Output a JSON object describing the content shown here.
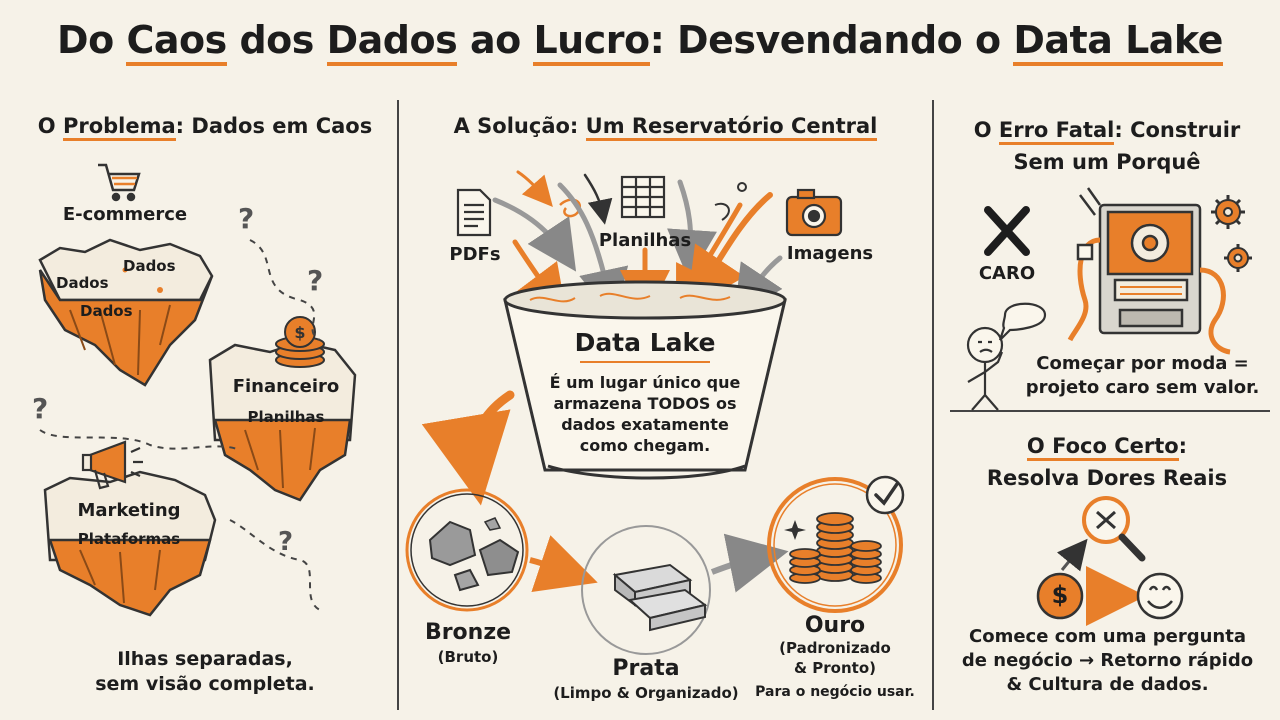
{
  "title": {
    "w1": "Do",
    "w2": "Caos",
    "w3": "dos",
    "w4": "Dados",
    "w5": "ao",
    "w6": "Lucro",
    "w7": ":",
    "w8": "Desvendando",
    "w9": "o",
    "w10": "Data Lake"
  },
  "problem": {
    "heading_pre": "O ",
    "heading_hl": "Problema",
    "heading_post": ": Dados em Caos",
    "ecommerce": "E-commerce",
    "dados_1": "Dados",
    "dados_2": "Dados",
    "dados_3": "Dados",
    "financeiro": "Financeiro",
    "planilhas": "Planilhas",
    "marketing": "Marketing",
    "plataformas": "Plataformas",
    "caption_1": "Ilhas separadas,",
    "caption_2": "sem visão completa."
  },
  "solution": {
    "heading_pre": "A Solução: ",
    "heading_hl": "Um Reservatório Central",
    "pdfs": "PDFs",
    "planilhas": "Planilhas",
    "imagens": "Imagens",
    "lake_title": "Data Lake",
    "lake_desc_1": "É um lugar único que",
    "lake_desc_2": "armazena TODOS os",
    "lake_desc_3": "dados exatamente",
    "lake_desc_4": "como chegam.",
    "bronze": "Bronze",
    "bronze_sub": "(Bruto)",
    "prata": "Prata",
    "prata_sub": "(Limpo & Organizado)",
    "ouro": "Ouro",
    "ouro_sub_1": "(Padronizado",
    "ouro_sub_2": "& Pronto)",
    "ouro_sub_3": "Para o negócio usar."
  },
  "error": {
    "heading_pre": "O ",
    "heading_hl": "Erro Fatal",
    "heading_post": ": Construir",
    "heading_line2": "Sem um Porquê",
    "caro": "CARO",
    "caption_1": "Começar por moda =",
    "caption_2": "projeto caro sem valor."
  },
  "focus": {
    "heading_hl": "O Foco Certo",
    "heading_post": ":",
    "heading_line2": "Resolva Dores Reais",
    "dollar": "$",
    "caption_1": "Comece com uma pergunta",
    "caption_2": "de negócio → Retorno rápido",
    "caption_3": "& Cultura de dados."
  },
  "colors": {
    "accent": "#e87f2a",
    "ink": "#1d1d1d",
    "paper": "#f6f2e8"
  },
  "icons": [
    "cart-icon",
    "coin-stack-icon",
    "megaphone-icon",
    "question-icon",
    "document-icon",
    "spreadsheet-icon",
    "camera-icon",
    "rock-icon",
    "silver-bar-icon",
    "gold-coins-icon",
    "check-icon",
    "cross-icon",
    "thinking-person-icon",
    "machine-icon",
    "gear-icon",
    "magnifier-icon",
    "dollar-icon",
    "smiley-icon"
  ]
}
